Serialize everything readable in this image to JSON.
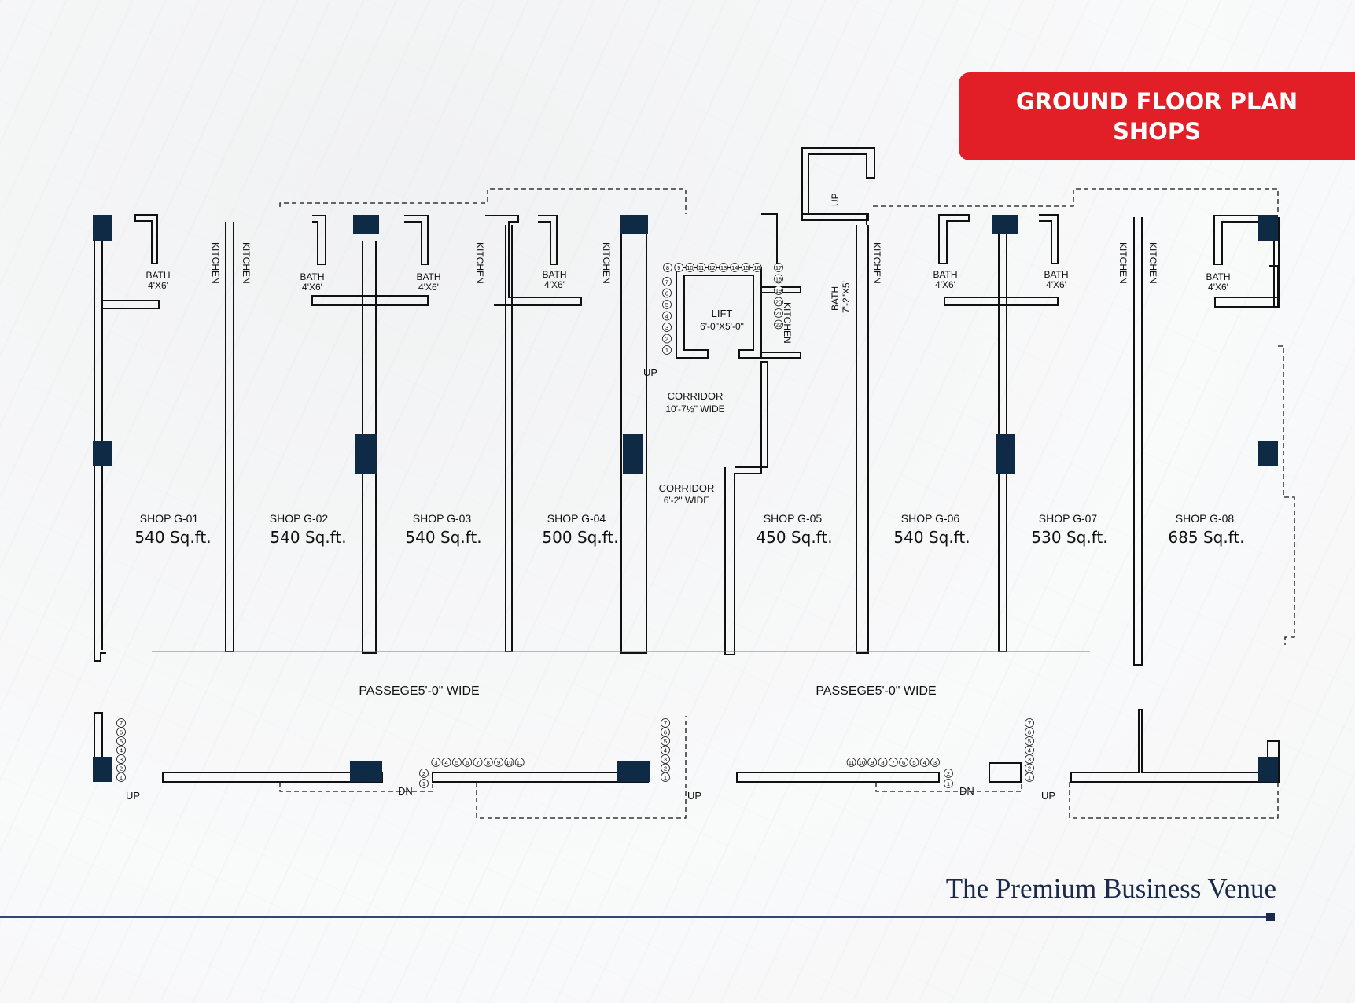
{
  "banner": {
    "line1": "GROUND FLOOR PLAN",
    "line2": "SHOPS"
  },
  "shops": [
    {
      "name": "SHOP G-01",
      "area": "540 Sq.ft."
    },
    {
      "name": "SHOP G-02",
      "area": "540 Sq.ft."
    },
    {
      "name": "SHOP G-03",
      "area": "540 Sq.ft."
    },
    {
      "name": "SHOP G-04",
      "area": "500 Sq.ft."
    },
    {
      "name": "SHOP G-05",
      "area": "450 Sq.ft."
    },
    {
      "name": "SHOP G-06",
      "area": "540 Sq.ft."
    },
    {
      "name": "SHOP G-07",
      "area": "530 Sq.ft."
    },
    {
      "name": "SHOP G-08",
      "area": "685 Sq.ft."
    }
  ],
  "labels": {
    "bath": "BATH",
    "bath_size": "4'X6'",
    "kitchen": "KITCHEN",
    "lift": "LIFT",
    "lift_size": "6'-0\"X5'-0\"",
    "corridor": "CORRIDOR",
    "corridor1_width": "10'-7½\" WIDE",
    "corridor2_width": "6'-2\" WIDE",
    "bath_center": "BATH",
    "bath_center_size": "7'-2\"X5'",
    "up": "UP",
    "dn": "DN",
    "passage": "PASSEGE5'-0\" WIDE"
  },
  "stair_numbers_short": [
    "1",
    "2",
    "3",
    "4",
    "5",
    "6",
    "7"
  ],
  "stair_numbers_lift": [
    "1",
    "2",
    "3",
    "4",
    "5",
    "6",
    "7",
    "8",
    "9",
    "10",
    "11",
    "12",
    "13",
    "14",
    "15",
    "16",
    "17",
    "18",
    "19",
    "20",
    "21",
    "22"
  ],
  "stair_numbers_long": [
    "1",
    "2",
    "3",
    "4",
    "5",
    "6",
    "7",
    "8",
    "9",
    "10",
    "11"
  ],
  "tagline": "The Premium Business Venue",
  "colors": {
    "banner": "#e21f26",
    "column": "#0f2a44",
    "text": "#111111",
    "tagline": "#1b2a4a"
  }
}
